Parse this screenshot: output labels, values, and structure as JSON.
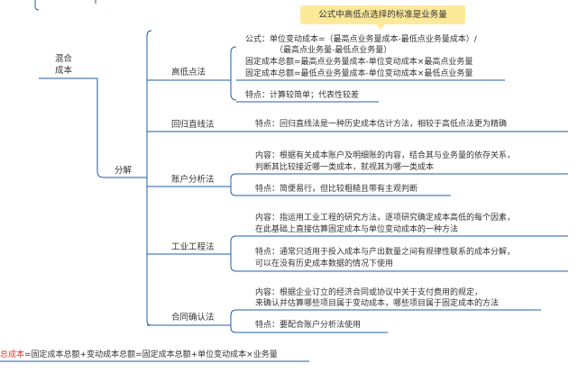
{
  "callout": "公式中高低点选择的标准是业务量",
  "nodes": {
    "mixed_cost": [
      "混合",
      "成本"
    ],
    "decompose": "分解",
    "high_low": "高低点法",
    "regression": "回归直线法",
    "account_analysis": "账户分析法",
    "engineering": "工业工程法",
    "contract": "合同确认法"
  },
  "high_low_formula": [
    "公式：单位变动成本=（最高点业务量成本-最低点业务量成本）/",
    "（最高点业务量-最低点业务量）",
    "固定成本总额=最高点业务量成本-单位变动成本×最高点业务量",
    "固定成本总额=最低点业务量成本-单位变动成本×最低点业务量"
  ],
  "high_low_feature": "特点：计算较简单；代表性较差",
  "regression_feature": "特点：回归直线法是一种历史成本估计方法，相较于高低点法更为精确",
  "account_content": [
    "内容：根据有关成本账户及明细账的内容，结合其与业务量的依存关系，",
    "判断其比较接近哪一类成本，就视其为哪一类成本"
  ],
  "account_feature": "特点：简便易行，但比较粗糙且带有主观判断",
  "engineering_content": [
    "内容：指运用工业工程的研究方法，逐项研究确定成本高低的每个因素，",
    "在此基础上直接估算固定成本与单位变动成本的一种方法"
  ],
  "engineering_feature": [
    "特点：通常只适用于投入成本与产出数量之间有规律性联系的成本分解，",
    "可以在没有历史成本数据的情况下使用"
  ],
  "contract_content": [
    "内容：根据企业订立的经济合同或协议中关于支付费用的规定，",
    "来确认并估算哪些项目属于变动成本，哪些项目属于固定成本的方法"
  ],
  "contract_feature": "特点：要配合账户分析法使用",
  "bottom_formula": {
    "highlight": "总成本",
    "rest": "=固定成本总额+变动成本总额=固定成本总额+单位变动成本×业务量"
  },
  "colors": {
    "line": "#1f5fa8",
    "callout_bg": "#fde99a",
    "highlight": "#e8342b"
  }
}
